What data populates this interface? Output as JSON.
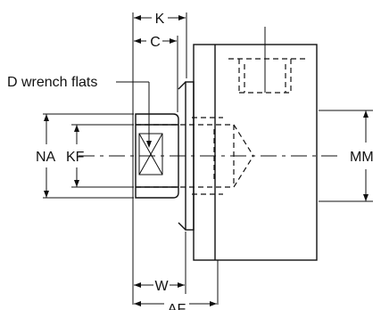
{
  "labels": {
    "k": "K",
    "c": "C",
    "d_wrench_flats": "D wrench flats",
    "na": "NA",
    "kf": "KF",
    "mm": "MM",
    "w": "W",
    "af": "AF"
  }
}
